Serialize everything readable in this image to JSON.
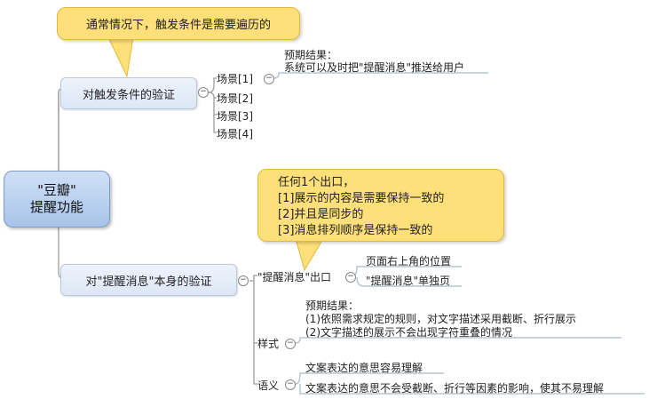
{
  "root": {
    "line1": "\"豆瓣\"",
    "line2": "提醒功能"
  },
  "branch1": {
    "label": "对触发条件的验证",
    "note": "通常情况下，触发条件是需要遍历的",
    "scenarios": [
      "场景[1]",
      "场景[2]",
      "场景[3]",
      "场景[4]"
    ],
    "result_title": "预期结果：",
    "result_text": "系统可以及时把\"提醒消息\"推送给用户"
  },
  "branch2": {
    "label": "对\"提醒消息\"本身的验证",
    "note_lines": [
      "任何1个出口，",
      "[1]展示的内容是需要保持一致的",
      "[2]并且是同步的",
      "[3]消息排列顺序是保持一致的"
    ],
    "exit_label": "\"提醒消息\"出口",
    "exit_items": [
      "页面右上角的位置",
      "\"提醒消息\"单独页"
    ],
    "style_label": "样式",
    "style_title": "预期结果：",
    "style_lines": [
      "(1)依照需求规定的规则，对文字描述采用截断、折行展示",
      "(2)文字描述的展示不会出现字符重叠的情况"
    ],
    "semantic_label": "语义",
    "semantic_items": [
      "文案表达的意思容易理解",
      "文案表达的意思不会受截断、折行等因素的影响，使其不易理解"
    ]
  },
  "collapse_glyph": "−"
}
